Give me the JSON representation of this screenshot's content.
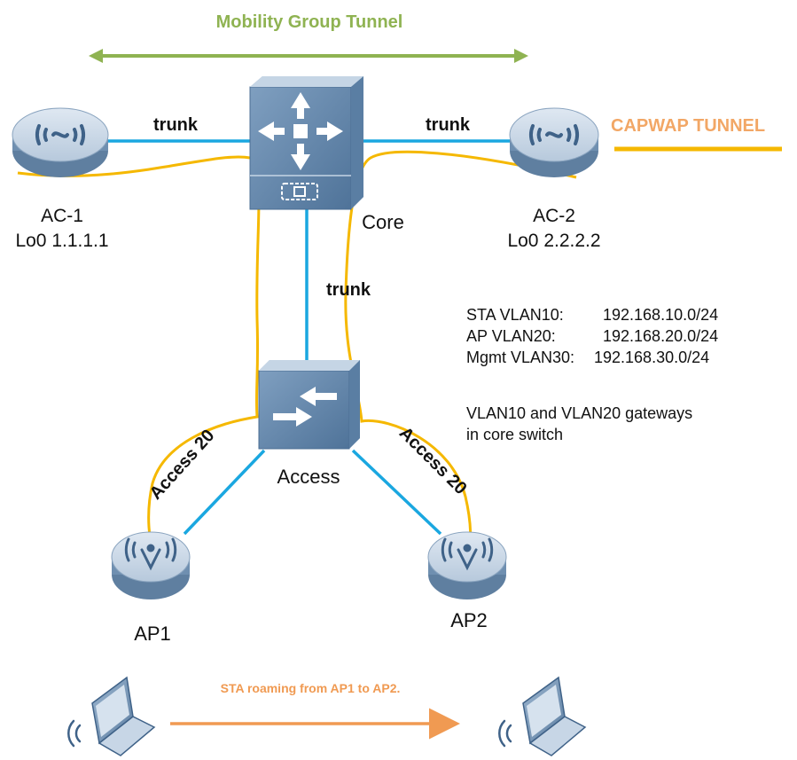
{
  "mobility_tunnel": {
    "label": "Mobility Group Tunnel",
    "color": "#8fb352"
  },
  "capwap_legend": {
    "label": "CAPWAP TUNNEL",
    "color": "#f2a766",
    "line_color": "#f5b800"
  },
  "links": {
    "trunk_ac1": "trunk",
    "trunk_ac2": "trunk",
    "trunk_access": "trunk",
    "access_ap1": "Access 20",
    "access_ap2": "Access 20",
    "physical_color": "#1aa7e0",
    "tunnel_color": "#f5b800"
  },
  "devices": {
    "ac1": {
      "name": "AC-1",
      "loopback": "Lo0 1.1.1.1"
    },
    "ac2": {
      "name": "AC-2",
      "loopback": "Lo0 2.2.2.2"
    },
    "core": {
      "name": "Core"
    },
    "access": {
      "name": "Access"
    },
    "ap1": {
      "name": "AP1"
    },
    "ap2": {
      "name": "AP2"
    }
  },
  "info": {
    "vlans": [
      {
        "name": "STA VLAN10:",
        "subnet": "192.168.10.0/24"
      },
      {
        "name": "AP VLAN20:",
        "subnet": "192.168.20.0/24"
      },
      {
        "name": "Mgmt VLAN30:",
        "subnet": "192.168.30.0/24"
      }
    ],
    "gateway_lines": [
      "VLAN10 and VLAN20 gateways",
      "in core switch"
    ]
  },
  "roaming": {
    "label": "STA roaming from AP1 to AP2.",
    "color": "#f09a52"
  },
  "icons": {
    "controller": "wireless-controller-icon",
    "core": "core-switch-icon",
    "access": "access-switch-icon",
    "ap": "access-point-icon",
    "station": "laptop-icon"
  }
}
